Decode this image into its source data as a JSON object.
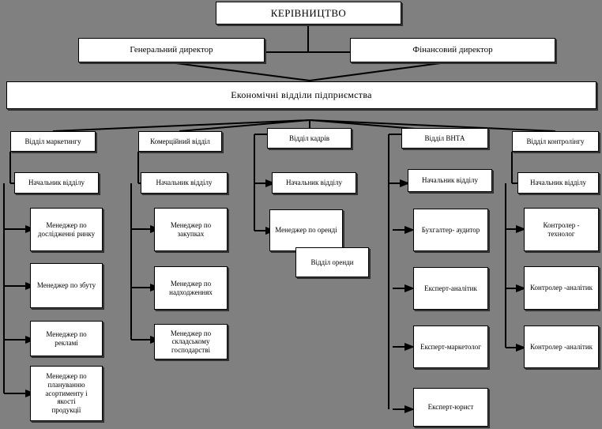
{
  "chart": {
    "type": "org-chart",
    "title": "Організаційна структура економічних відділів підприємства",
    "background_color": "#808080",
    "box_fill_color": "#ffffff",
    "box_border_color": "#000000"
  },
  "top": {
    "leadership": "КЕРІВНИЦТВО"
  },
  "directors": {
    "general": "Генеральний директор",
    "financial": "Фінансовий директор"
  },
  "economics": {
    "label": "Економічні    відділи    підприємства"
  },
  "departments": [
    {
      "name": "Відділ маркетингу"
    },
    {
      "name": "Комерційний відділ"
    },
    {
      "name": "Відділ кадрів"
    },
    {
      "name": "Відділ ВНТА"
    },
    {
      "name": "Відділ контролінгу"
    }
  ],
  "heads": [
    {
      "label": "Начальник відділу"
    },
    {
      "label": "Начальник відділу"
    },
    {
      "label": "Начальник відділу"
    },
    {
      "label": "Начальник відділу"
    },
    {
      "label": "Начальник відділу"
    }
  ],
  "columns": {
    "marketing": [
      {
        "label": "Менеджер по\nдослідженні ринку"
      },
      {
        "label": "Менеджер по збуту"
      },
      {
        "label": "Менеджер по\nрекламі"
      },
      {
        "label": "Менеджер по\nплануванню\nасортименту і\nякості\nпродукції"
      }
    ],
    "commercial": [
      {
        "label": "Менеджер по\nзакупках"
      },
      {
        "label": "Менеджер по\nнадходженнях"
      },
      {
        "label": "Менеджер по\nскладському\nгосподарстві"
      }
    ],
    "hr": [
      {
        "label": "Менеджер по оренді"
      },
      {
        "label": "Відділ оренди"
      }
    ],
    "vnta": [
      {
        "label": "Бухгалтер- аудитор"
      },
      {
        "label": "Експерт-аналітик"
      },
      {
        "label": "Експерт-маркетолог"
      },
      {
        "label": "Експерт-юрист"
      }
    ],
    "controlling": [
      {
        "label": "Контролер -\nтехнолог"
      },
      {
        "label": "Контролер -аналітик"
      },
      {
        "label": "Контролер -аналітик"
      }
    ]
  }
}
